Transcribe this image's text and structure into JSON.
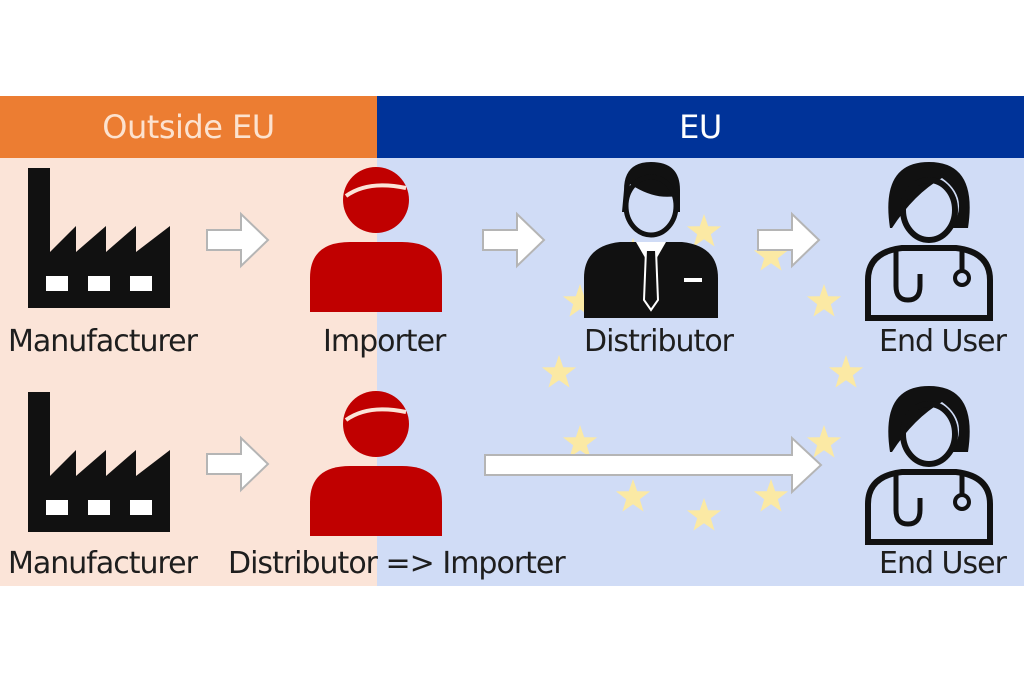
{
  "header": {
    "outside_label": "Outside EU",
    "eu_label": "EU"
  },
  "row1": {
    "manufacturer": "Manufacturer",
    "importer": "Importer",
    "distributor": "Distributor",
    "end_user": "End User"
  },
  "row2": {
    "manufacturer": "Manufacturer",
    "distributor_importer": "Distributor => Importer",
    "end_user": "End User"
  },
  "colors": {
    "outside_band": "#ec7d32",
    "eu_band": "#003399",
    "outside_bg": "#fbe4d8",
    "eu_bg": "#d0dcf6",
    "person_red": "#c00000",
    "star": "#fbe9a4"
  },
  "icons": [
    "factory-icon",
    "arrow-right-icon",
    "person-icon",
    "businessman-icon",
    "doctor-icon",
    "eu-star-icon"
  ]
}
